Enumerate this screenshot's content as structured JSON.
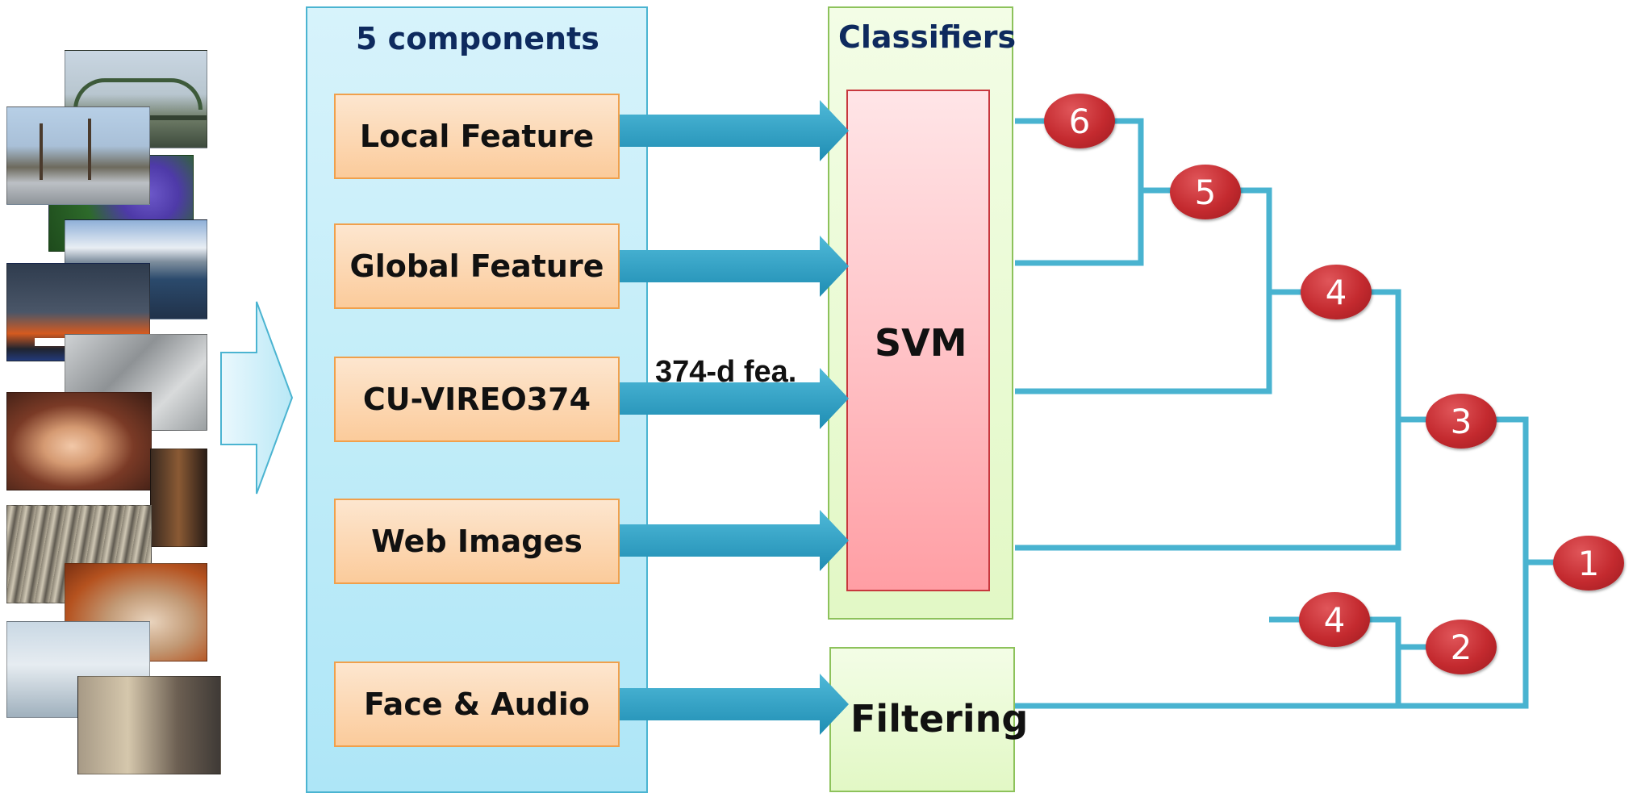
{
  "components_panel": {
    "title": "5 components"
  },
  "components": [
    {
      "label": "Local Feature"
    },
    {
      "label": "Global Feature"
    },
    {
      "label": "CU-VIREO374"
    },
    {
      "label": "Web Images"
    },
    {
      "label": "Face & Audio"
    }
  ],
  "feature_annotation": "374-d fea.",
  "classifiers_panel": {
    "title": "Classifiers",
    "classifier_label": "SVM"
  },
  "filtering_panel": {
    "label": "Filtering"
  },
  "fusion_nodes": [
    {
      "label": "6"
    },
    {
      "label": "5"
    },
    {
      "label": "4"
    },
    {
      "label": "3"
    },
    {
      "label": "1"
    },
    {
      "label": "4"
    },
    {
      "label": "2"
    }
  ],
  "colors": {
    "components_panel_bg": "#c6eef9",
    "component_box": "#fbcb9b",
    "classifier_panel_bg": "#e2f8c5",
    "svm_box": "#ffc4c8",
    "arrow": "#2a9cc0",
    "connector": "#49b3d0",
    "node": "#c42a2f"
  },
  "thumbnails": [
    "bridge",
    "street-trees",
    "flowers",
    "harbor-mountains",
    "traffic-overlay",
    "car-driver",
    "girl-headphones",
    "guitar-player",
    "city-aerial",
    "sleeping-dog",
    "telephone",
    "two-men-talking"
  ]
}
